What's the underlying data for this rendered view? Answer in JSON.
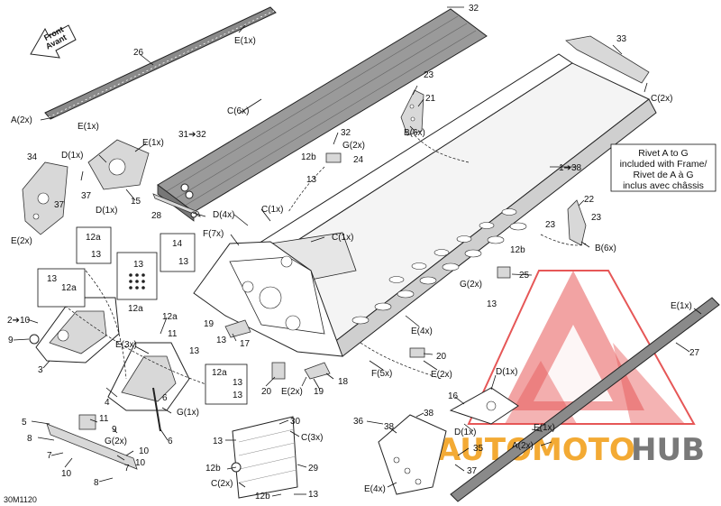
{
  "diagram": {
    "code": "30M1120",
    "front_arrow": {
      "line1": "Front",
      "line2": "Avant"
    },
    "note": {
      "lines": [
        "Rivet A to G",
        "included with Frame/",
        "Rivet de A à G",
        "inclus avec châssis"
      ]
    },
    "callouts": {
      "c32_top": "32",
      "c26": "26",
      "e1x_rail": "E(1x)",
      "a2x_left": "A(2x)",
      "e1x_left": "E(1x)",
      "c6x": "C(6x)",
      "c31_32": "31➔32",
      "c33": "33",
      "c2x_right": "C(2x)",
      "c23_a": "23",
      "c21": "21",
      "b6x_a": "B(6x)",
      "c32_mid": "32",
      "g2x_mid": "G(2x)",
      "c12b_mid": "12b",
      "c24": "24",
      "c13_mid": "13",
      "c34": "34",
      "d1x_a": "D(1x)",
      "e1x_b": "E(1x)",
      "c37_a": "37",
      "c37_b": "37",
      "c15": "15",
      "d1x_b": "D(1x)",
      "e2x_a": "E(2x)",
      "c28": "28",
      "d4x_a": "D(4x)",
      "c1x_a": "C(1x)",
      "c1_38": "1➔38",
      "c22": "22",
      "c23_b": "23",
      "c23_c": "23",
      "b6x_b": "B(6x)",
      "c12a_a": "12a",
      "c13_a": "13",
      "c14": "14",
      "c13_b": "13",
      "f7x": "F(7x)",
      "c1x_b": "C(1x)",
      "c12b_r": "12b",
      "c25": "25",
      "g2x_r": "G(2x)",
      "c13_r": "13",
      "c13_box": "13",
      "c12a_box": "12a",
      "c13_grid": "13",
      "c12a_grid": "12a",
      "c2_10": "2➔10",
      "c9_a": "9",
      "c3": "3",
      "c12a_b": "12a",
      "e3x": "E(3x)",
      "c11_a": "11",
      "c13_c": "13",
      "c19_a": "19",
      "c17": "17",
      "c13_d": "13",
      "c4": "4",
      "c11_b": "11",
      "c9_b": "9",
      "g2x_b": "G(2x)",
      "g1x": "G(1x)",
      "c6_a": "6",
      "c6_b": "6",
      "c5": "5",
      "c8_a": "8",
      "c7_a": "7",
      "c10_a": "10",
      "c8_b": "8",
      "c7_b": "7",
      "c10_b": "10",
      "c10_c": "10",
      "c12a_box2": "12a",
      "c13_box2": "13",
      "c13_box3": "13",
      "c20_a": "20",
      "e2x_b": "E(2x)",
      "c19_b": "19",
      "c18": "18",
      "e4x_a": "E(4x)",
      "c20_b": "20",
      "e2x_c": "E(2x)",
      "f5x": "F(5x)",
      "c30": "30",
      "c13_e": "13",
      "c3x": "C(3x)",
      "c29": "29",
      "c12b_a": "12b",
      "c2x_b": "C(2x)",
      "c12b_b": "12b",
      "c13_f": "13",
      "c36": "36",
      "c38_a": "38",
      "c38_b": "38",
      "c16": "16",
      "d1x_c": "D(1x)",
      "d1x_d": "D(1x)",
      "e1x_c": "E(1x)",
      "a2x_b": "A(2x)",
      "c35": "35",
      "c37_c": "37",
      "e4x_b": "E(4x)",
      "e1x_d": "E(1x)",
      "c27": "27"
    }
  },
  "watermark": {
    "word_left": "AUTOMOTO",
    "word_right": "HUB",
    "colors": {
      "red": "#e23a3a",
      "orange": "#f2a11f",
      "gray": "#6b6b6b"
    }
  }
}
